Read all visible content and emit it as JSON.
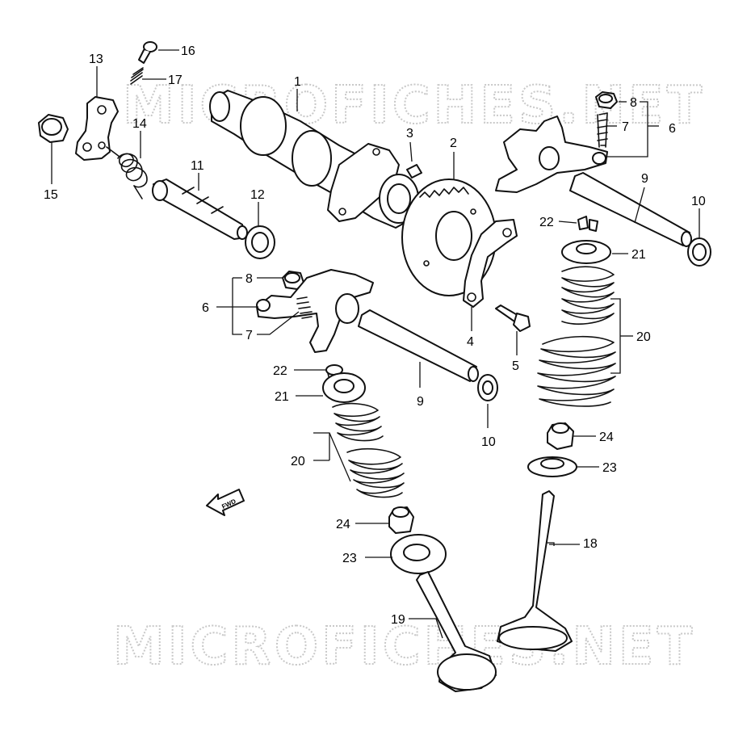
{
  "watermark": "MICROFICHES.NET",
  "direction_label": "FWD",
  "callouts": [
    {
      "id": "c1",
      "text": "1"
    },
    {
      "id": "c2",
      "text": "2"
    },
    {
      "id": "c3",
      "text": "3"
    },
    {
      "id": "c4",
      "text": "4"
    },
    {
      "id": "c5",
      "text": "5"
    },
    {
      "id": "c6a",
      "text": "6"
    },
    {
      "id": "c6b",
      "text": "6"
    },
    {
      "id": "c7a",
      "text": "7"
    },
    {
      "id": "c7b",
      "text": "7"
    },
    {
      "id": "c8a",
      "text": "8"
    },
    {
      "id": "c8b",
      "text": "8"
    },
    {
      "id": "c9a",
      "text": "9"
    },
    {
      "id": "c9b",
      "text": "9"
    },
    {
      "id": "c10a",
      "text": "10"
    },
    {
      "id": "c10b",
      "text": "10"
    },
    {
      "id": "c11",
      "text": "11"
    },
    {
      "id": "c12",
      "text": "12"
    },
    {
      "id": "c13",
      "text": "13"
    },
    {
      "id": "c14",
      "text": "14"
    },
    {
      "id": "c15",
      "text": "15"
    },
    {
      "id": "c16",
      "text": "16"
    },
    {
      "id": "c17",
      "text": "17"
    },
    {
      "id": "c18",
      "text": "18"
    },
    {
      "id": "c19",
      "text": "19"
    },
    {
      "id": "c20a",
      "text": "20"
    },
    {
      "id": "c20b",
      "text": "20"
    },
    {
      "id": "c21a",
      "text": "21"
    },
    {
      "id": "c21b",
      "text": "21"
    },
    {
      "id": "c22a",
      "text": "22"
    },
    {
      "id": "c22b",
      "text": "22"
    },
    {
      "id": "c23a",
      "text": "23"
    },
    {
      "id": "c23b",
      "text": "23"
    },
    {
      "id": "c24a",
      "text": "24"
    },
    {
      "id": "c24b",
      "text": "24"
    }
  ]
}
